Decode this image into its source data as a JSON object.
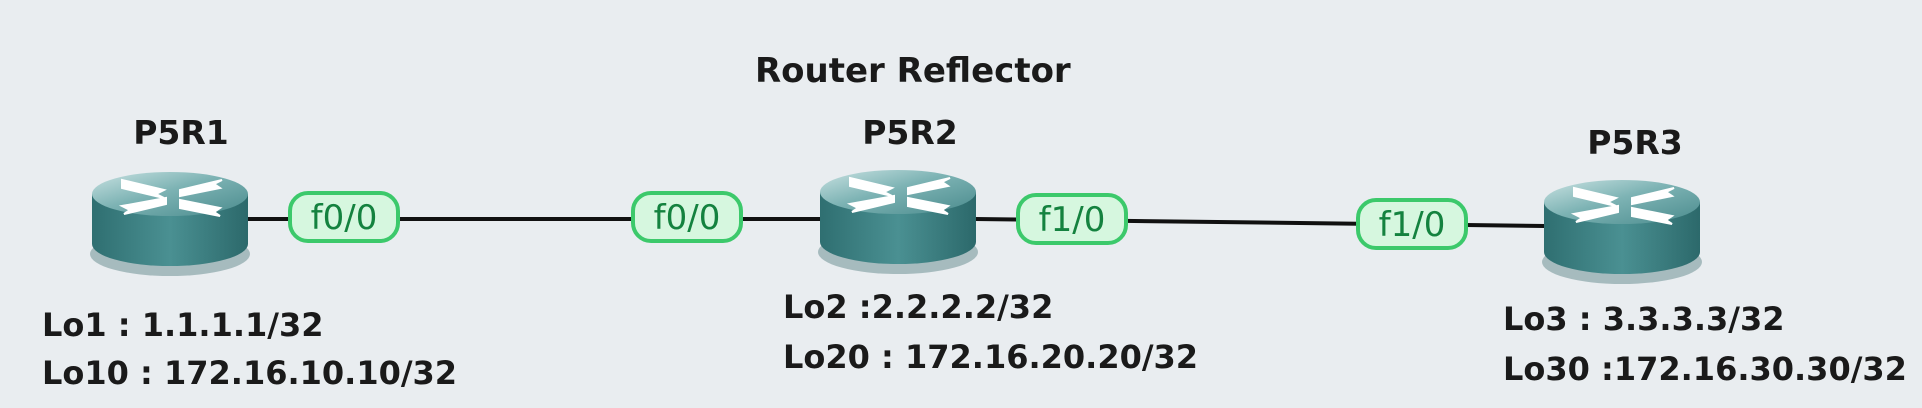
{
  "diagram": {
    "title": "Router Reflector",
    "routers": [
      {
        "name": "P5R1",
        "loopbacks": [
          "Lo1 :  1.1.1.1/32",
          "Lo10 : 172.16.10.10/32"
        ]
      },
      {
        "name": "P5R2",
        "loopbacks": [
          "Lo2 :2.2.2.2/32",
          "Lo20 : 172.16.20.20/32"
        ]
      },
      {
        "name": "P5R3",
        "loopbacks": [
          "Lo3 : 3.3.3.3/32",
          "Lo30 :172.16.30.30/32"
        ]
      }
    ],
    "links": [
      {
        "from": "P5R1",
        "to": "P5R2",
        "from_iface": "f0/0",
        "to_iface": "f0/0"
      },
      {
        "from": "P5R2",
        "to": "P5R3",
        "from_iface": "f1/0",
        "to_iface": "f1/0"
      }
    ],
    "colors": {
      "background": "#e9edf0",
      "router_top": "#6fa6a8",
      "router_body": "#3f8587",
      "iface_fill": "#d6f7df",
      "iface_stroke": "#3cc96b",
      "iface_text": "#14823f"
    },
    "icons": [
      "router-icon"
    ]
  }
}
